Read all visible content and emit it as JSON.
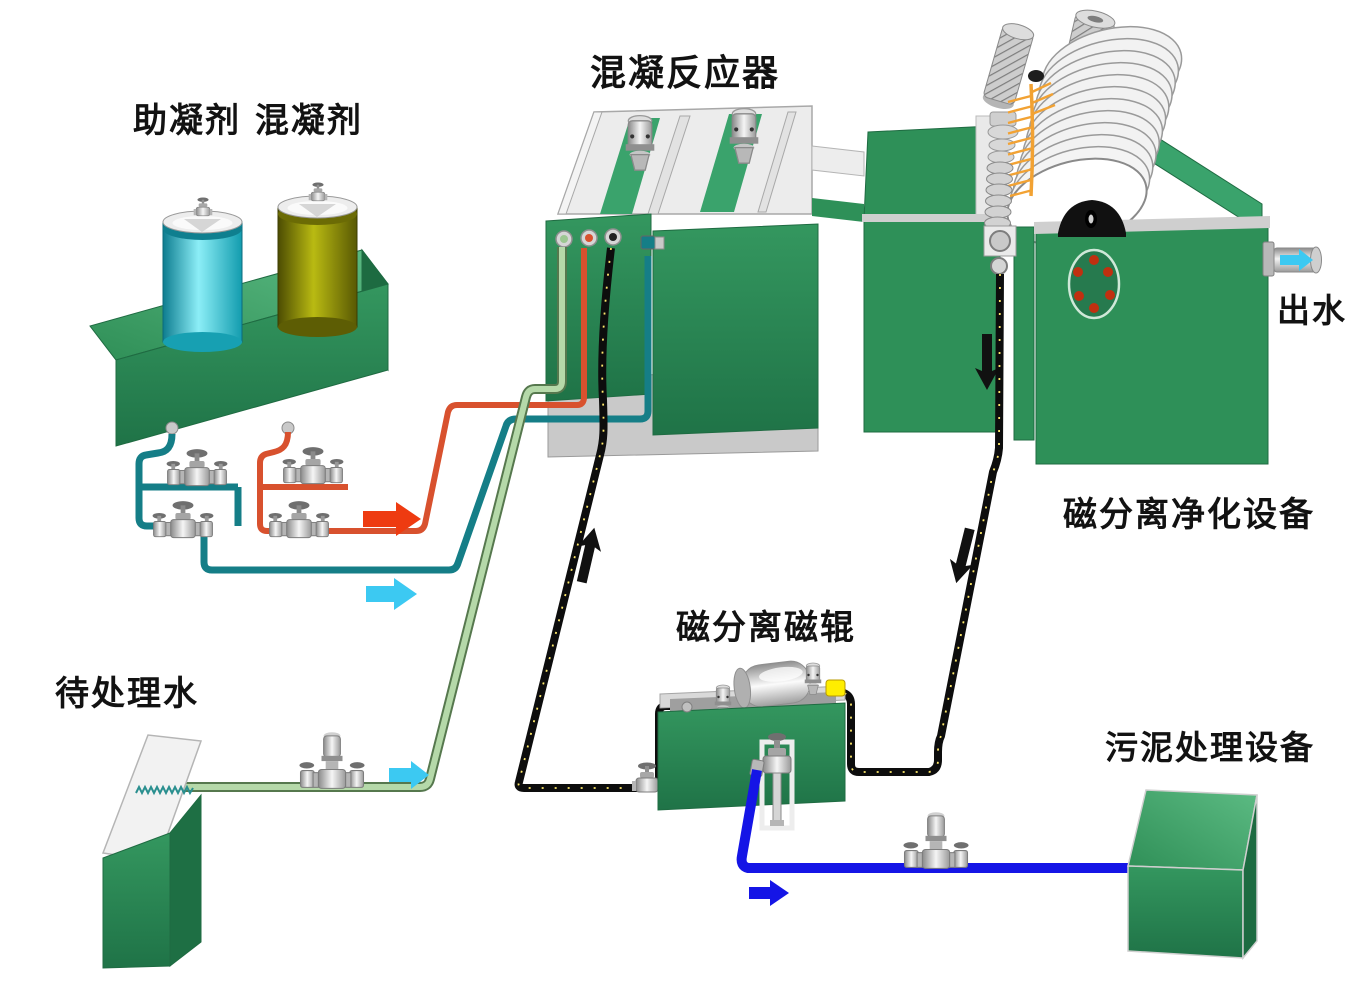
{
  "labels": {
    "chemicals": "助凝剂 混凝剂",
    "reactor": "混凝反应器",
    "effluent": "出水",
    "separator": "磁分离净化设备",
    "magnetic_roller": "磁分离磁辊",
    "influent": "待处理水",
    "sludge_unit": "污泥处理设备"
  },
  "colors": {
    "equipment_green": "#2e9058",
    "equipment_green_dark": "#1e6f43",
    "equipment_green_top": "#3aa36c",
    "tank_cyan": "#29b6c8",
    "tank_olive": "#7c7c08",
    "pipe_teal": "#157e87",
    "pipe_orange": "#d8512e",
    "pipe_light_green": "#b5d9a9",
    "pipe_light_green_edge": "#56784e",
    "pipe_black": "#0d0d0d",
    "pipe_blue": "#1515e6",
    "pipe_dot_yellow": "#ffe96a",
    "arrow_red": "#ee3b11",
    "arrow_cyan": "#3cc9f2",
    "brush_orange": "#f2a233",
    "porthole_red": "#c03010",
    "connector_yellow": "#ffee00",
    "metal_light": "#d9d9d9",
    "metal_mid": "#a8a8a8",
    "metal_dark": "#777777"
  },
  "flows": [
    {
      "name": "coagulant-aid-dose",
      "color": "#157e87",
      "arrow_direction": "right"
    },
    {
      "name": "coagulant-dose",
      "color": "#d8512e",
      "arrow_direction": "right"
    },
    {
      "name": "raw-water-feed",
      "color": "#b5d9a9",
      "arrow_direction": "right"
    },
    {
      "name": "magnetite-recycle",
      "color": "#0d0d0d",
      "arrow_direction": "up"
    },
    {
      "name": "separator-sludge-discharge",
      "color": "#0d0d0d",
      "arrow_direction": "down"
    },
    {
      "name": "sludge-to-treatment",
      "color": "#1515e6",
      "arrow_direction": "right"
    },
    {
      "name": "treated-effluent",
      "color": "#3cc9f2",
      "arrow_direction": "right"
    }
  ]
}
